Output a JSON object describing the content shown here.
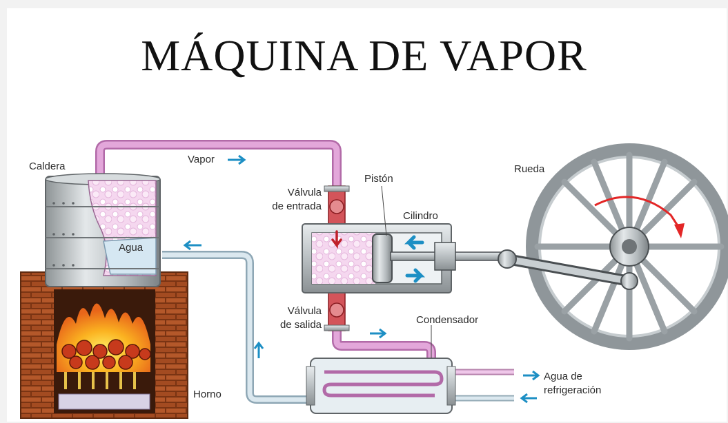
{
  "title": "MÁQUINA DE VAPOR",
  "labels": {
    "caldera": "Caldera",
    "vapor": "Vapor",
    "piston": "Pistón",
    "valvula_entrada": "Válvula\nde entrada",
    "cilindro": "Cilindro",
    "rueda": "Rueda",
    "agua": "Agua",
    "valvula_salida": "Válvula\nde salida",
    "condensador": "Condensador",
    "horno": "Horno",
    "agua_refrigeracion": "Agua de\nrefrigeración"
  },
  "colors": {
    "steam_pipe": "#d98fd0",
    "water_pipe": "#c9dce8",
    "flow_arrow": "#1d8fc4",
    "brick": "#9c4a1e",
    "fire": "#f6a21a",
    "valve_red": "#c0202a",
    "wheel_arrow": "#e32626"
  },
  "icons": [
    "right-arrow-icon",
    "left-arrow-icon",
    "up-arrow-icon",
    "down-arrow-icon",
    "rotation-arrow-icon"
  ]
}
